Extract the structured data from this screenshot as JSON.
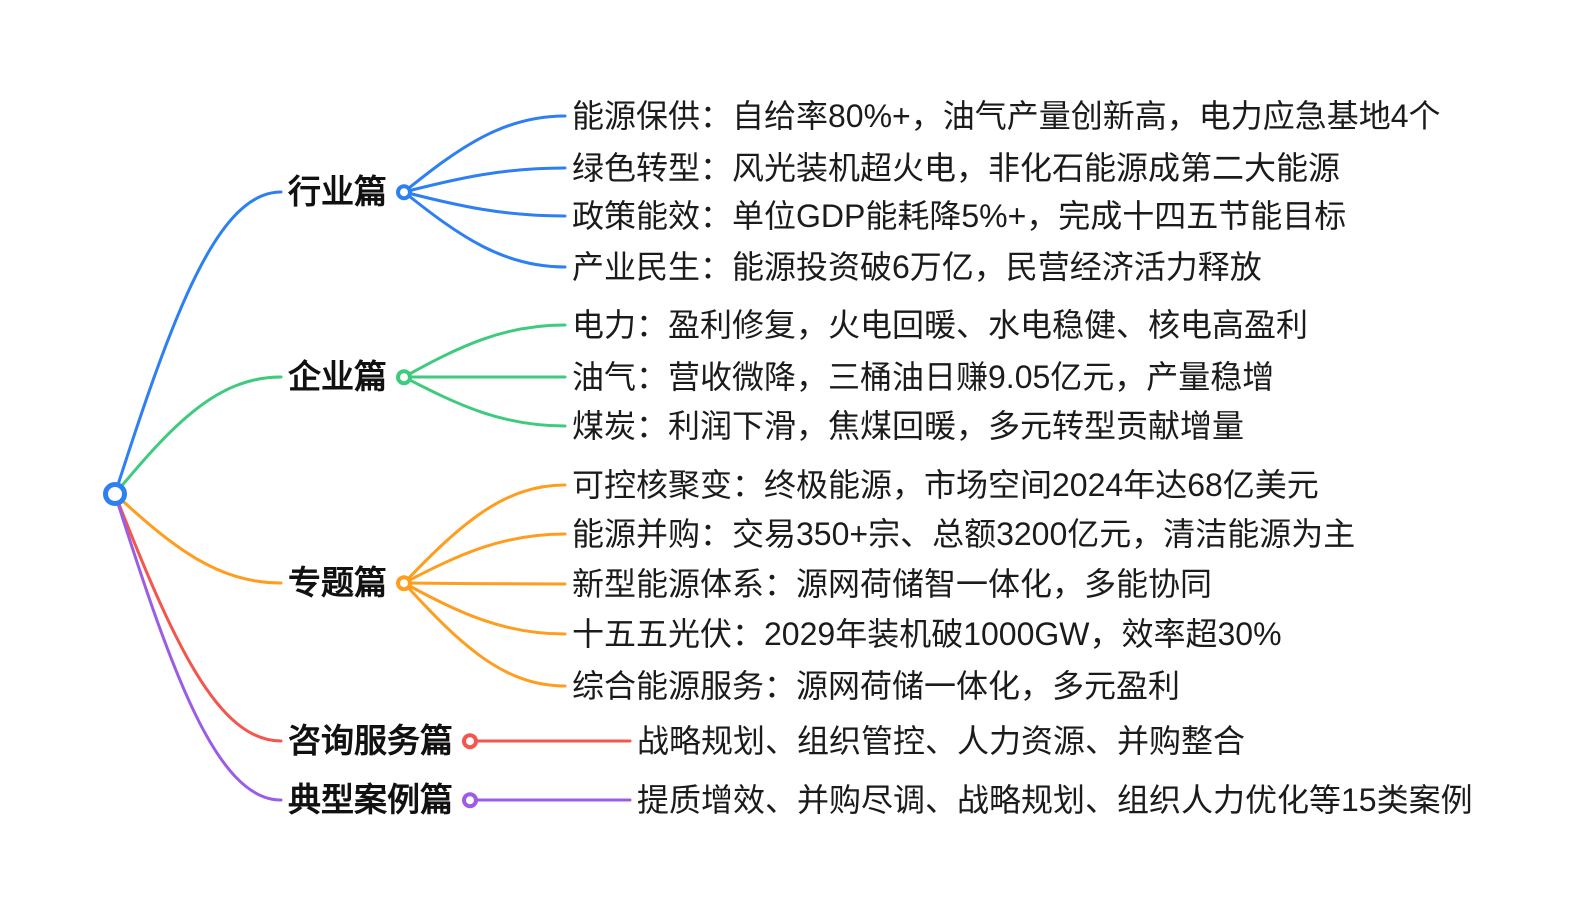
{
  "root": {
    "color": "#2E7FF2"
  },
  "branches": [
    {
      "label": "行业篇",
      "color": "#2E7FF2",
      "children": [
        "能源保供：自给率80%+，油气产量创新高，电力应急基地4个",
        "绿色转型：风光装机超火电，非化石能源成第二大能源",
        "政策能效：单位GDP能耗降5%+，完成十四五节能目标",
        "产业民生：能源投资破6万亿，民营经济活力释放"
      ]
    },
    {
      "label": "企业篇",
      "color": "#3ECB7E",
      "children": [
        "电力：盈利修复，火电回暖、水电稳健、核电高盈利",
        "油气：营收微降，三桶油日赚9.05亿元，产量稳增",
        "煤炭：利润下滑，焦煤回暖，多元转型贡献增量"
      ]
    },
    {
      "label": "专题篇",
      "color": "#FF9D1E",
      "children": [
        "可控核聚变：终极能源，市场空间2024年达68亿美元",
        "能源并购：交易350+宗、总额3200亿元，清洁能源为主",
        "新型能源体系：源网荷储智一体化，多能协同",
        "十五五光伏：2029年装机破1000GW，效率超30%",
        "综合能源服务：源网荷储一体化，多元盈利"
      ]
    },
    {
      "label": "咨询服务篇",
      "color": "#F4564E",
      "children": [
        "战略规划、组织管控、人力资源、并购整合"
      ]
    },
    {
      "label": "典型案例篇",
      "color": "#9B5DE5",
      "children": [
        "提质增效、并购尽调、战略规划、组织人力优化等15类案例"
      ]
    }
  ]
}
